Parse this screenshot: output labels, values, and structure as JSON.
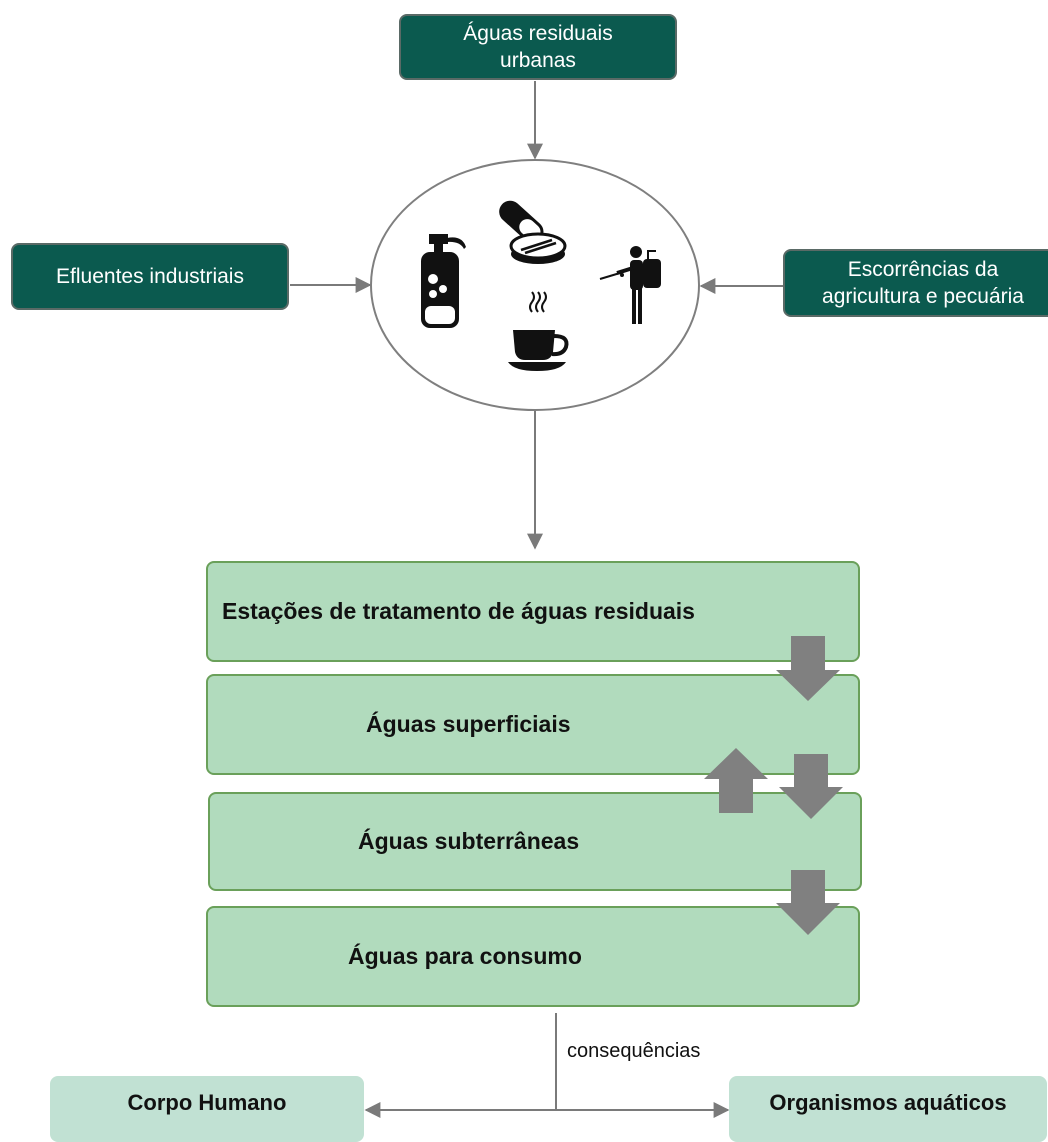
{
  "sources": {
    "top": "Águas residuais urbanas",
    "left": "Efluentes industriais",
    "right": "Escorrências da agricultura e pecuária"
  },
  "stages": [
    "Estações de tratamento de águas residuais",
    "Águas superficiais",
    "Águas subterrâneas",
    "Águas para consumo"
  ],
  "consequences_label": "consequências",
  "outcomes": {
    "left": "Corpo Humano",
    "right": "Organismos aquáticos"
  },
  "icons": [
    "soap-dispenser-icon",
    "pill-capsule-icon",
    "pesticide-sprayer-icon",
    "coffee-cup-icon"
  ],
  "colors": {
    "source_box": "#0b5a4f",
    "stage_box": "#b1dbbd",
    "outcome_box": "#c1e1d3",
    "big_arrow": "#808080"
  }
}
